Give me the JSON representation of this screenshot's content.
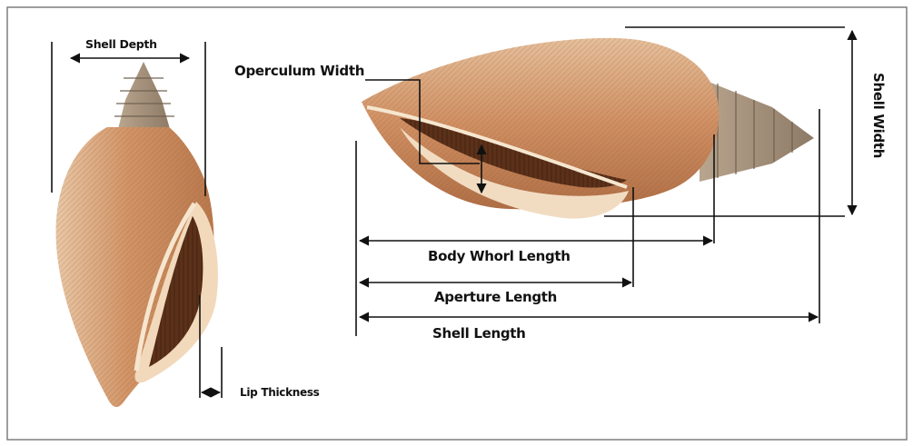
{
  "labels": {
    "shell_depth": "Shell Depth",
    "operculum_width": "Operculum Width",
    "shell_width": "Shell Width",
    "body_whorl_length": "Body Whorl Length",
    "aperture_length": "Aperture Length",
    "shell_length": "Shell Length",
    "lip_thickness": "Lip Thickness"
  },
  "colors": {
    "shell_light": "#e7c3a2",
    "shell_mid": "#cf8f63",
    "shell_dark": "#a8643f",
    "aperture_dark": "#5a3018",
    "lip_cream": "#f4e3cc",
    "spire_grey": "#9a8a78",
    "line": "#111111"
  }
}
